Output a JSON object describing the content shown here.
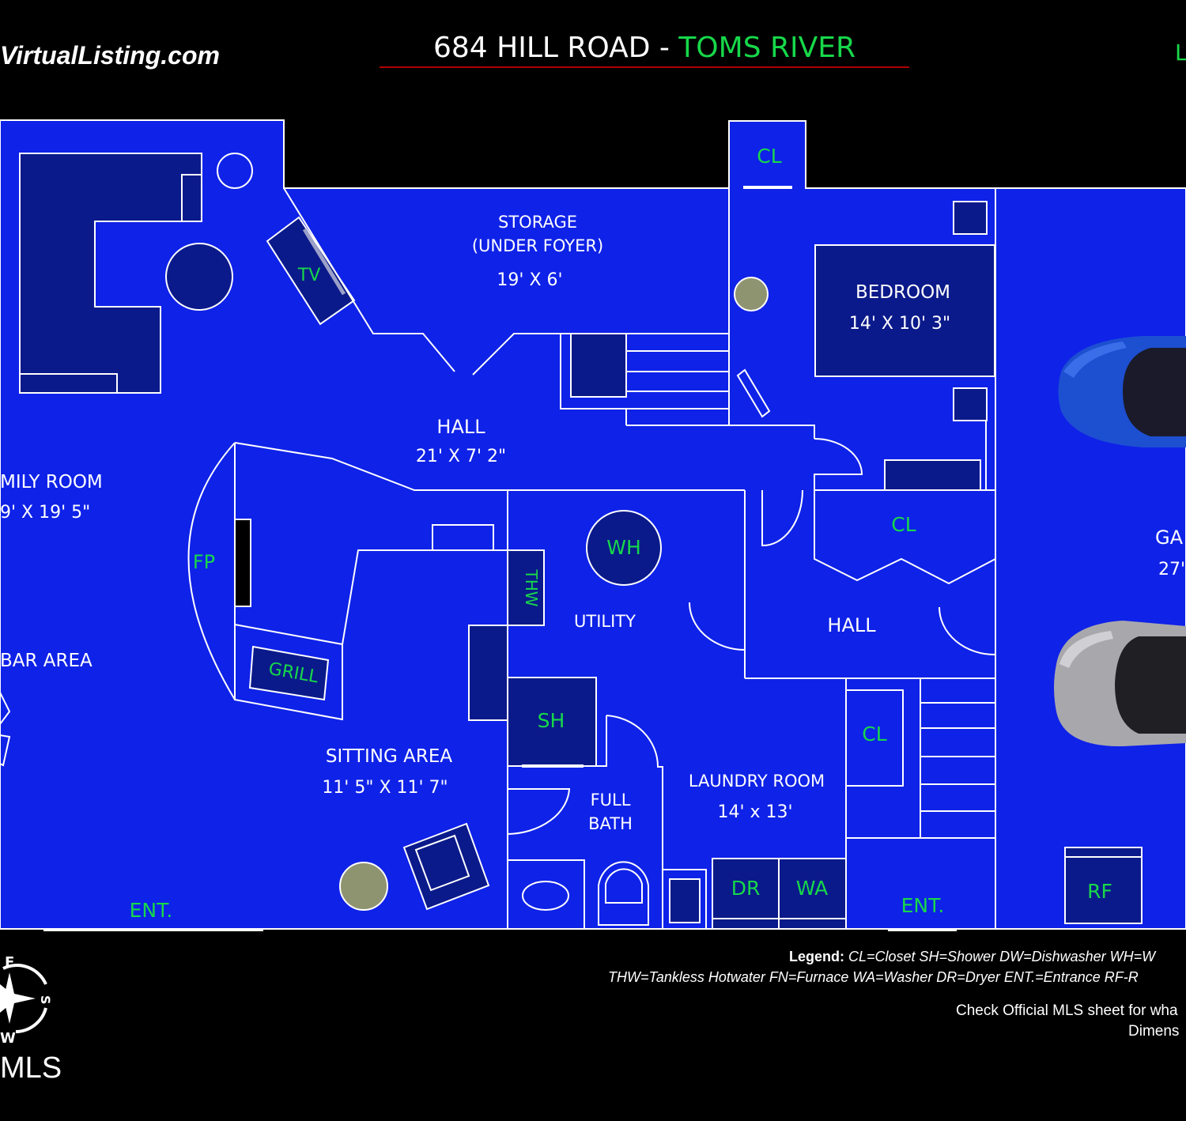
{
  "header": {
    "brand": "VirtualListing.com",
    "address": "684 HILL ROAD - ",
    "city": "TOMS RIVER",
    "right_fragment": "L"
  },
  "rooms": {
    "storage": {
      "name_line1": "STORAGE",
      "name_line2": "(UNDER FOYER)",
      "size": "19' X 6'"
    },
    "bedroom": {
      "name": "BEDROOM",
      "size": "14' X 10' 3\""
    },
    "hall_upper": {
      "name": "HALL",
      "size": "21' X 7' 2\""
    },
    "family_room": {
      "name": "MILY ROOM",
      "size": "9' X 19' 5\""
    },
    "bar_area": {
      "name": "BAR AREA"
    },
    "sitting_area": {
      "name": "SITTING AREA",
      "size": "11' 5\" X 11' 7\""
    },
    "utility": {
      "name": "UTILITY"
    },
    "hall_lower": {
      "name": "HALL"
    },
    "full_bath": {
      "name_line1": "FULL",
      "name_line2": "BATH"
    },
    "laundry": {
      "name": "LAUNDRY ROOM",
      "size": "14' x 13'"
    },
    "garage": {
      "name": "GA",
      "size": "27'"
    }
  },
  "fixtures": {
    "cl_top": "CL",
    "cl_mid": "CL",
    "cl_low": "CL",
    "tv": "TV",
    "fp": "FP",
    "grill": "GRILL",
    "wh": "WH",
    "thw": "THW",
    "sh": "SH",
    "dr": "DR",
    "wa": "WA",
    "rf": "RF",
    "ent_left": "ENT.",
    "ent_right": "ENT."
  },
  "legend": {
    "label": "Legend:",
    "line1": " CL=Closet  SH=Shower  DW=Dishwasher WH=W",
    "line2": "THW=Tankless Hotwater FN=Furnace  WA=Washer DR=Dryer  ENT.=Entrance RF-R"
  },
  "note": {
    "line1": "Check Official MLS sheet for wha",
    "line2": "Dimens"
  },
  "footer": {
    "mls": "MLS"
  },
  "compass": {
    "e": "E",
    "s": "S",
    "w": "W"
  },
  "colors": {
    "floor": "#0f22e8",
    "fixture": "#0b1a8a",
    "label_green": "#17d84a",
    "wall": "#ffffff",
    "olive": "#8f9470"
  }
}
